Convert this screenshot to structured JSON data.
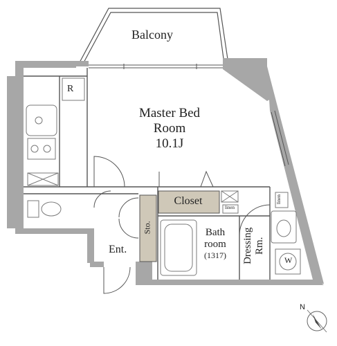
{
  "rooms": {
    "balcony": "Balcony",
    "master_bed": {
      "line1": "Master Bed",
      "line2": "Room",
      "line3": "10.1J"
    },
    "closet": "Closet",
    "linen_left": "linen",
    "linen_right": "linen",
    "bath": {
      "line1": "Bath",
      "line2": "room",
      "line3": "(1317)"
    },
    "dressing": {
      "line1": "Dressing",
      "line2": "Rm."
    },
    "storage": "Sto.",
    "entrance": "Ent.",
    "refrigerator": "R",
    "washer": "W"
  },
  "compass": {
    "label": "N"
  },
  "colors": {
    "wall": "#a7a7a7",
    "closet_fill": "#cfc8b8",
    "line": "#555555",
    "fixture": "#7a7a7a"
  }
}
